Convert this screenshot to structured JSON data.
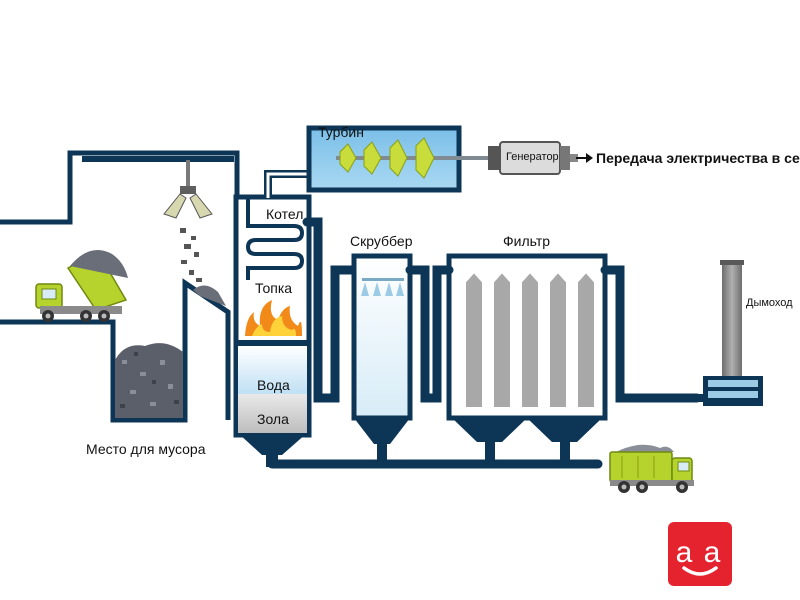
{
  "labels": {
    "turbine": "Турбин",
    "generator": "Генератор",
    "transmission": "Передача электричества в сеть",
    "boiler": "Котел",
    "furnace": "Топка",
    "water": "Вода",
    "ash": "Зола",
    "scrubber": "Скруббер",
    "filter": "Фильтр",
    "chimney": "Дымоход",
    "waste_pit": "Место для мусора"
  },
  "colors": {
    "pipe": "#0d3556",
    "water": "#cfe6f6",
    "ash": "#cfcfcf",
    "truck": "#b6d22c",
    "turbine_blade": "#c8dd3c",
    "logo": "#e4232f",
    "fire": "#f28a1a"
  },
  "icons": [
    "crane-grab-icon",
    "dump-truck-icon",
    "garbage-truck-icon",
    "flame-icon",
    "logo-icon"
  ]
}
